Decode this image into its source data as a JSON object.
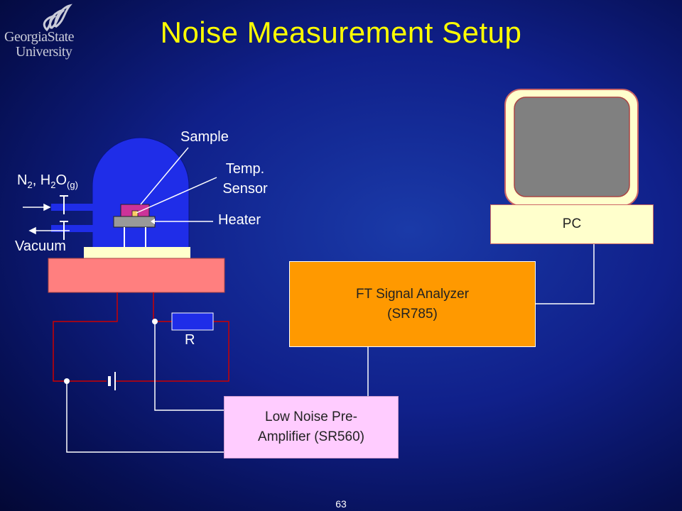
{
  "slide": {
    "title": "Noise Measurement Setup",
    "page_number": "63"
  },
  "logo": {
    "line1": "GeorgiaState",
    "line2": "University",
    "icon": "flame-icon"
  },
  "chamber": {
    "gas_inlet_label": "N2, H2O(g)",
    "vacuum_label": "Vacuum",
    "sample_label": "Sample",
    "temp_sensor_label_line1": "Temp.",
    "temp_sensor_label_line2": "Sensor",
    "heater_label": "Heater"
  },
  "circuit": {
    "resistor_label": "R"
  },
  "instruments": {
    "pc_label": "PC",
    "analyzer_line1": "FT Signal Analyzer",
    "analyzer_line2": "(SR785)",
    "preamp_line1": "Low Noise Pre-",
    "preamp_line2": "Amplifier (SR560)"
  },
  "colors": {
    "title": "#ffff00",
    "chamber_dome": "#1f2de8",
    "base": "#ff7f7f",
    "analyzer": "#ff9900",
    "preamp": "#ffccff",
    "pc_box": "#ffffcc",
    "monitor_screen": "#808080",
    "wire_red": "#cc0000"
  }
}
